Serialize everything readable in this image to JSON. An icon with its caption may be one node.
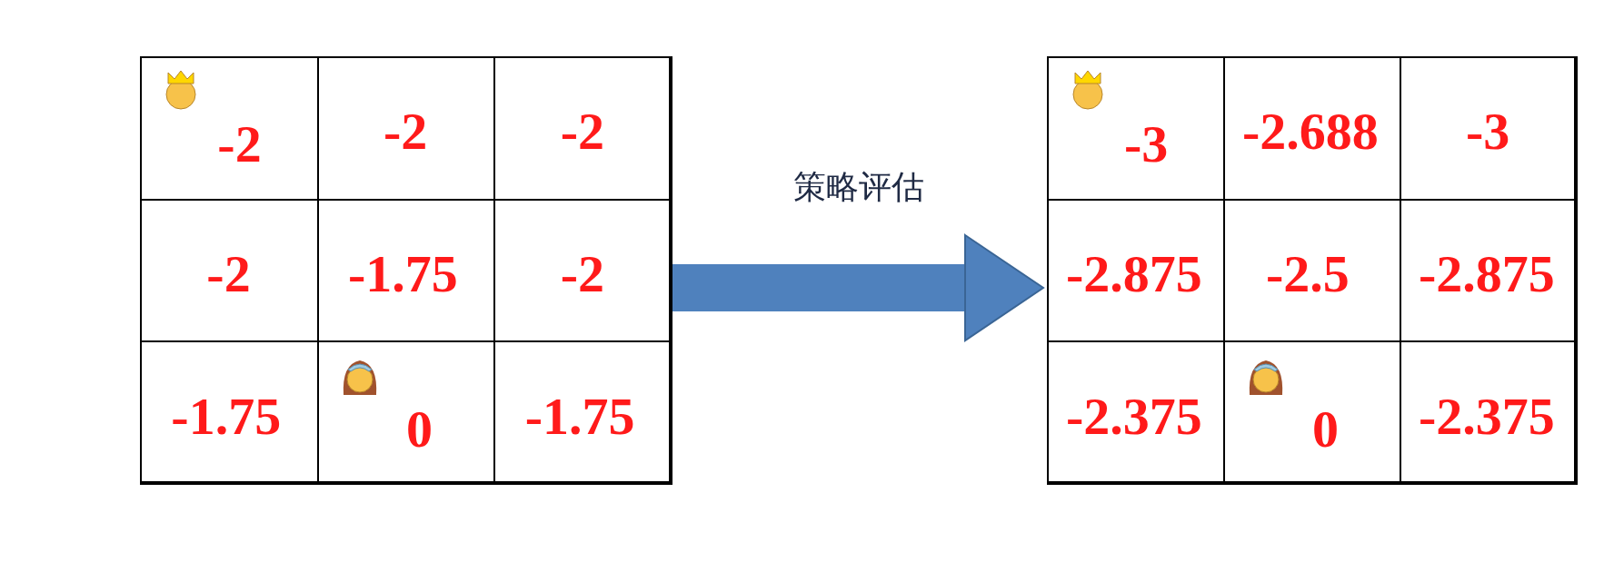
{
  "diagram": {
    "nodes": [
      {
        "text": [],
        "shape": "box"
      },
      {
        "text": [
          "-2"
        ],
        "in": 0
      },
      {
        "text": [
          "-2"
        ],
        "in": 0
      },
      {
        "text": [
          "-2"
        ],
        "in": 0
      },
      {
        "text": [
          "-2"
        ],
        "in": 0
      },
      {
        "text": [
          "-1.75"
        ],
        "in": 0
      },
      {
        "text": [
          "-2"
        ],
        "in": 0
      },
      {
        "text": [
          "-1.75"
        ],
        "in": 0
      },
      {
        "text": [
          "0"
        ],
        "in": 0
      },
      {
        "text": [
          "-1.75"
        ],
        "in": 0
      },
      {
        "text": [],
        "shape": "box"
      },
      {
        "text": [
          "-3"
        ],
        "in": 10
      },
      {
        "text": [
          "-2.688"
        ],
        "in": 10
      },
      {
        "text": [
          "-3"
        ],
        "in": 10
      },
      {
        "text": [
          "-2.875"
        ],
        "in": 10
      },
      {
        "text": [
          "-2.5"
        ],
        "in": 10
      },
      {
        "text": [
          "-2.875"
        ],
        "in": 10
      },
      {
        "text": [
          "-2.375"
        ],
        "in": 10
      },
      {
        "text": [
          "0"
        ],
        "in": 10
      },
      {
        "text": [
          "-2.375"
        ],
        "in": 10
      }
    ],
    "edges": [
      {
        "from": 0,
        "to": 10,
        "arrow": "to",
        "label": "策略评估"
      }
    ]
  }
}
